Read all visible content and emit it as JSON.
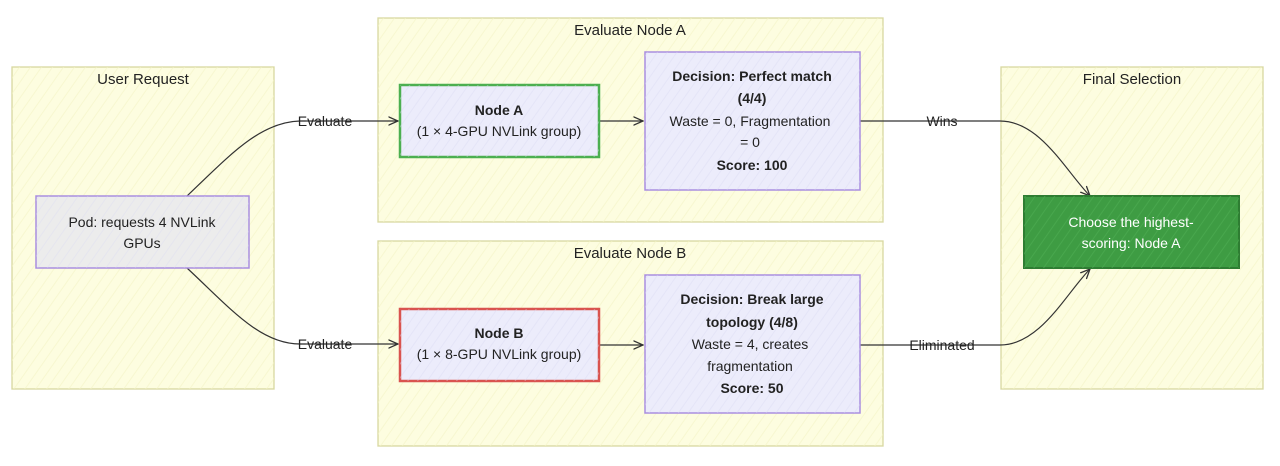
{
  "clusters": {
    "user_request": "User Request",
    "evaluate_a": "Evaluate Node A",
    "evaluate_b": "Evaluate Node B",
    "final_selection": "Final Selection"
  },
  "nodes": {
    "pod": [
      "Pod: requests 4 NVLink",
      "GPUs"
    ],
    "node_a": [
      "Node A",
      "(1 × 4-GPU NVLink group)"
    ],
    "decision_a": [
      "Decision: Perfect match",
      "(4/4)",
      "Waste = 0, Fragmentation",
      "= 0",
      "Score: 100"
    ],
    "node_b": [
      "Node B",
      "(1 × 8-GPU NVLink group)"
    ],
    "decision_b": [
      "Decision: Break large",
      "topology (4/8)",
      "Waste = 4, creates",
      "fragmentation",
      "Score: 50"
    ],
    "final": [
      "Choose the highest-",
      "scoring: Node A"
    ]
  },
  "edges": {
    "pod_to_a": "Evaluate",
    "pod_to_b": "Evaluate",
    "a_to_final": "Wins",
    "b_to_final": "Eliminated"
  },
  "colors": {
    "cluster_fill": "#fdfde0",
    "cluster_stroke": "#d8d8a0",
    "node_fill": "#ececfb",
    "node_stroke": "#a98ee0",
    "node_a_stroke": "#4caf50",
    "node_b_stroke": "#d9534f",
    "final_fill": "#3e9c43",
    "final_stroke": "#2e7d32",
    "edge": "#333333"
  }
}
